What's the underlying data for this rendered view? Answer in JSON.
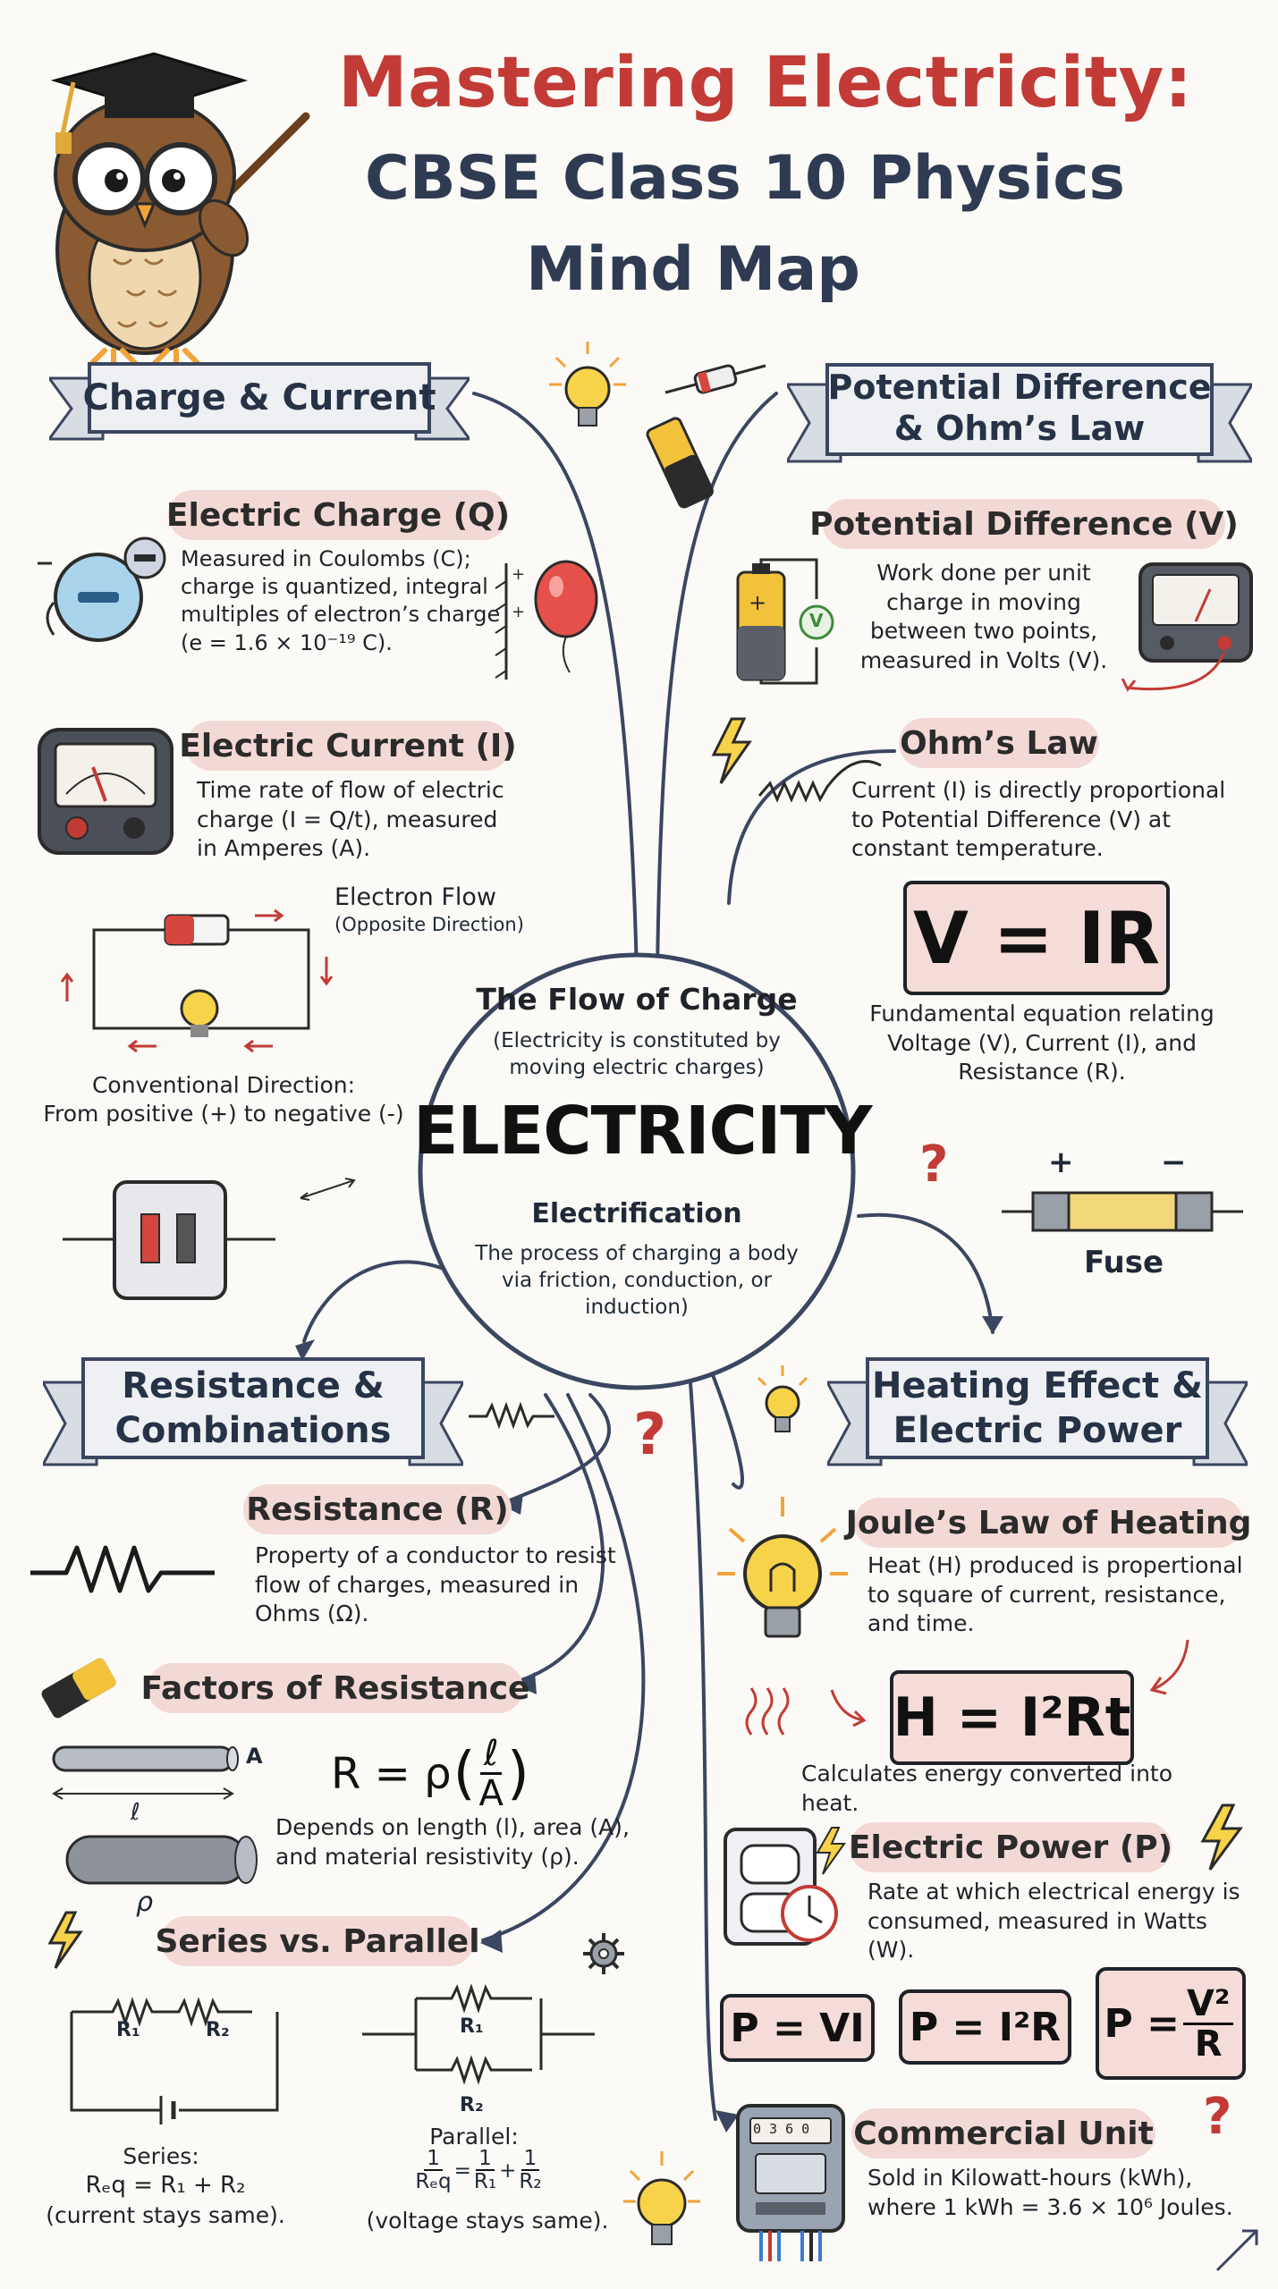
{
  "title": {
    "line1": "Mastering Electricity:",
    "line2": "CBSE Class 10 Physics",
    "line3": "Mind Map"
  },
  "center": {
    "heading": "The Flow of Charge",
    "subheading": "(Electricity is constituted by moving electric charges)",
    "main": "ELECTRICITY",
    "electrification_title": "Electrification",
    "electrification_text": "The process of charging a body via friction, conduction, or induction)"
  },
  "charge_current": {
    "banner": "Charge & Current",
    "charge_title": "Electric Charge (Q)",
    "charge_text": "Measured in Coulombs (C); charge is quantized, integral multiples of electron’s charge (e = 1.6 × 10⁻¹⁹ C).",
    "current_title": "Electric Current (I)",
    "current_text": "Time rate of flow of electric charge (I = Q/t), measured in Amperes (A).",
    "electron_flow": "Electron Flow",
    "electron_flow_note": "(Opposite Direction)",
    "conventional_line1": "Conventional Direction:",
    "conventional_line2": "From positive (+) to negative (-)"
  },
  "potential_ohm": {
    "banner_line1": "Potential Difference",
    "banner_line2": "& Ohm’s Law",
    "pd_title": "Potential Difference (V)",
    "pd_text": "Work done per unit charge in moving between two points, measured in Volts (V).",
    "voltmeter_label": "V",
    "ohm_title": "Ohm’s Law",
    "ohm_text": "Current (I) is directly proportional to Potential Difference (V) at constant temperature.",
    "equation": "V = IR",
    "equation_note": "Fundamental equation relating Voltage (V), Current (I), and Resistance (R).",
    "fuse_label": "Fuse",
    "plus": "+",
    "minus": "−",
    "question": "?"
  },
  "resistance": {
    "banner_line1": "Resistance &",
    "banner_line2": "Combinations",
    "r_title": "Resistance (R)",
    "r_text": "Property of a conductor to resist flow of charges, measured in Ohms (Ω).",
    "factors_title": "Factors of Resistance",
    "formula_lhs": "R = ρ",
    "formula_num": "ℓ",
    "formula_den": "A",
    "factors_text": "Depends on length (l), area (A), and material resistivity (ρ).",
    "wire_area": "A",
    "wire_length": "ℓ",
    "rho": "ρ",
    "series_title": "Series vs. Parallel",
    "r1": "R₁",
    "r2": "R₂",
    "series_label": "Series:",
    "series_eq": "Rₑq = R₁ + R₂",
    "series_note": "(current stays same).",
    "parallel_label": "Parallel:",
    "parallel_one": "1",
    "parallel_req": "Rₑq",
    "parallel_r1": "R₁",
    "parallel_r2": "R₂",
    "parallel_note": "(voltage stays same).",
    "question": "?"
  },
  "heating": {
    "banner_line1": "Heating Effect &",
    "banner_line2": "Electric Power",
    "joule_title": "Joule’s Law of Heating",
    "joule_text": "Heat (H) produced is propertional to square of current, resistance, and time.",
    "joule_eq": "H = I²Rt",
    "joule_note": "Calculates energy converted into heat.",
    "power_title": "Electric Power (P)",
    "power_text": "Rate at which electrical energy is consumed, measured in Watts (W).",
    "p1": "P = VI",
    "p2": "P = I²R",
    "p3_lhs": "P =",
    "p3_num": "V²",
    "p3_den": "R",
    "commercial_title": "Commercial Unit",
    "commercial_text": "Sold in Kilowatt-hours (kWh), where 1 kWh = 3.6 × 10⁶ Joules.",
    "meter_digits": "0 3 6 0",
    "question": "?"
  }
}
